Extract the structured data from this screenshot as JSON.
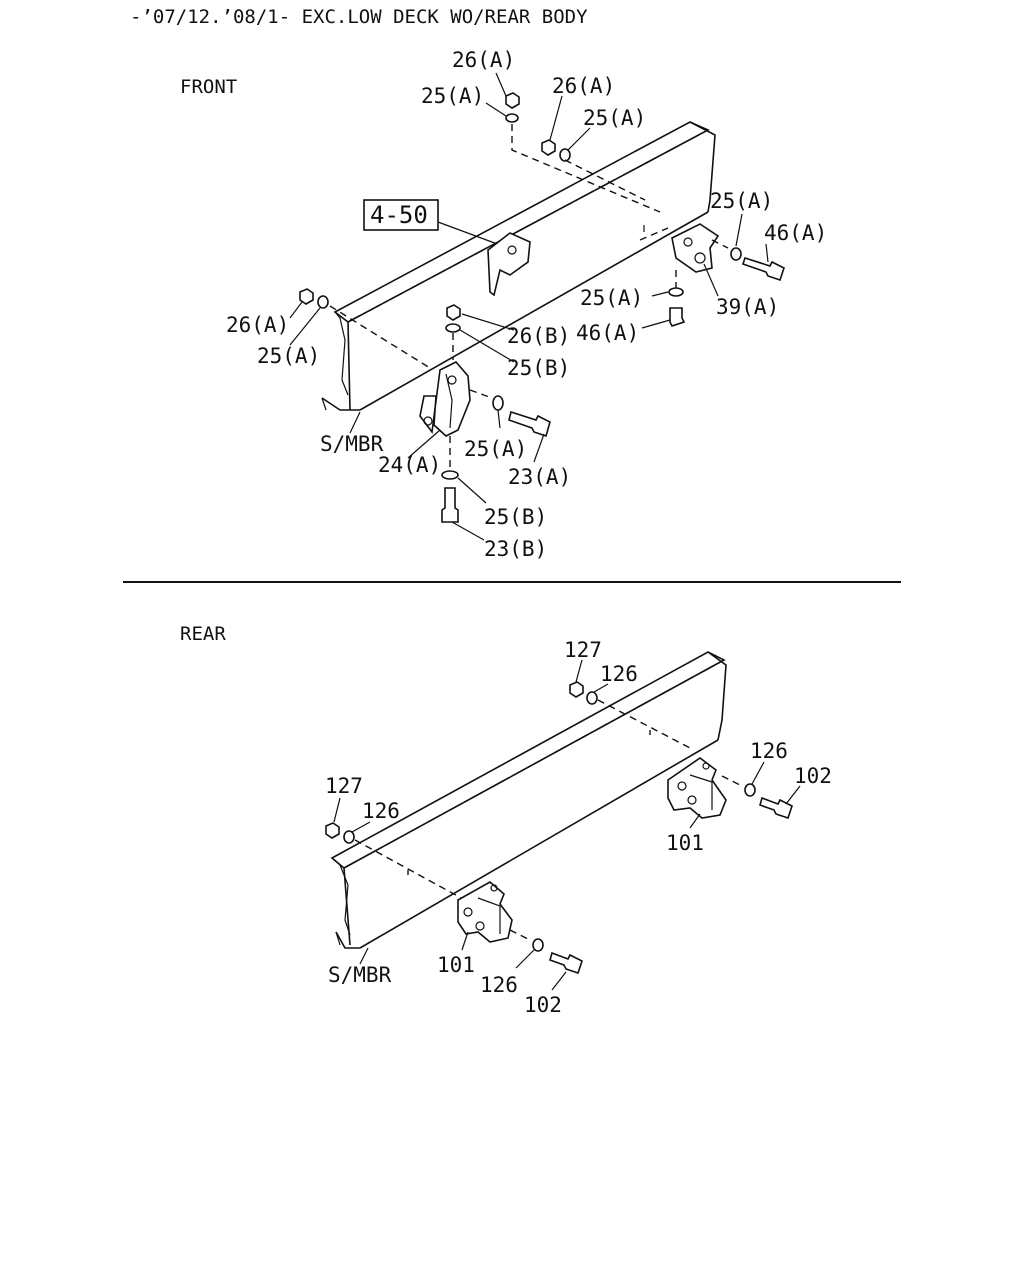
{
  "header": {
    "title": "-’07/12.’08/1- EXC.LOW DECK WO/REAR BODY"
  },
  "front": {
    "section_label": "FRONT",
    "ref_box": "4-50",
    "frame_label": "S/MBR",
    "callouts": [
      "26(A)",
      "25(A)",
      "26(A)",
      "25(A)",
      "25(A)",
      "46(A)",
      "25(A)",
      "39(A)",
      "46(A)",
      "26(A)",
      "25(A)",
      "26(B)",
      "25(B)",
      "25(A)",
      "24(A)",
      "23(A)",
      "25(B)",
      "23(B)"
    ]
  },
  "rear": {
    "section_label": "REAR",
    "frame_label": "S/MBR",
    "callouts": [
      "127",
      "126",
      "126",
      "102",
      "101",
      "127",
      "126",
      "101",
      "126",
      "102"
    ]
  }
}
